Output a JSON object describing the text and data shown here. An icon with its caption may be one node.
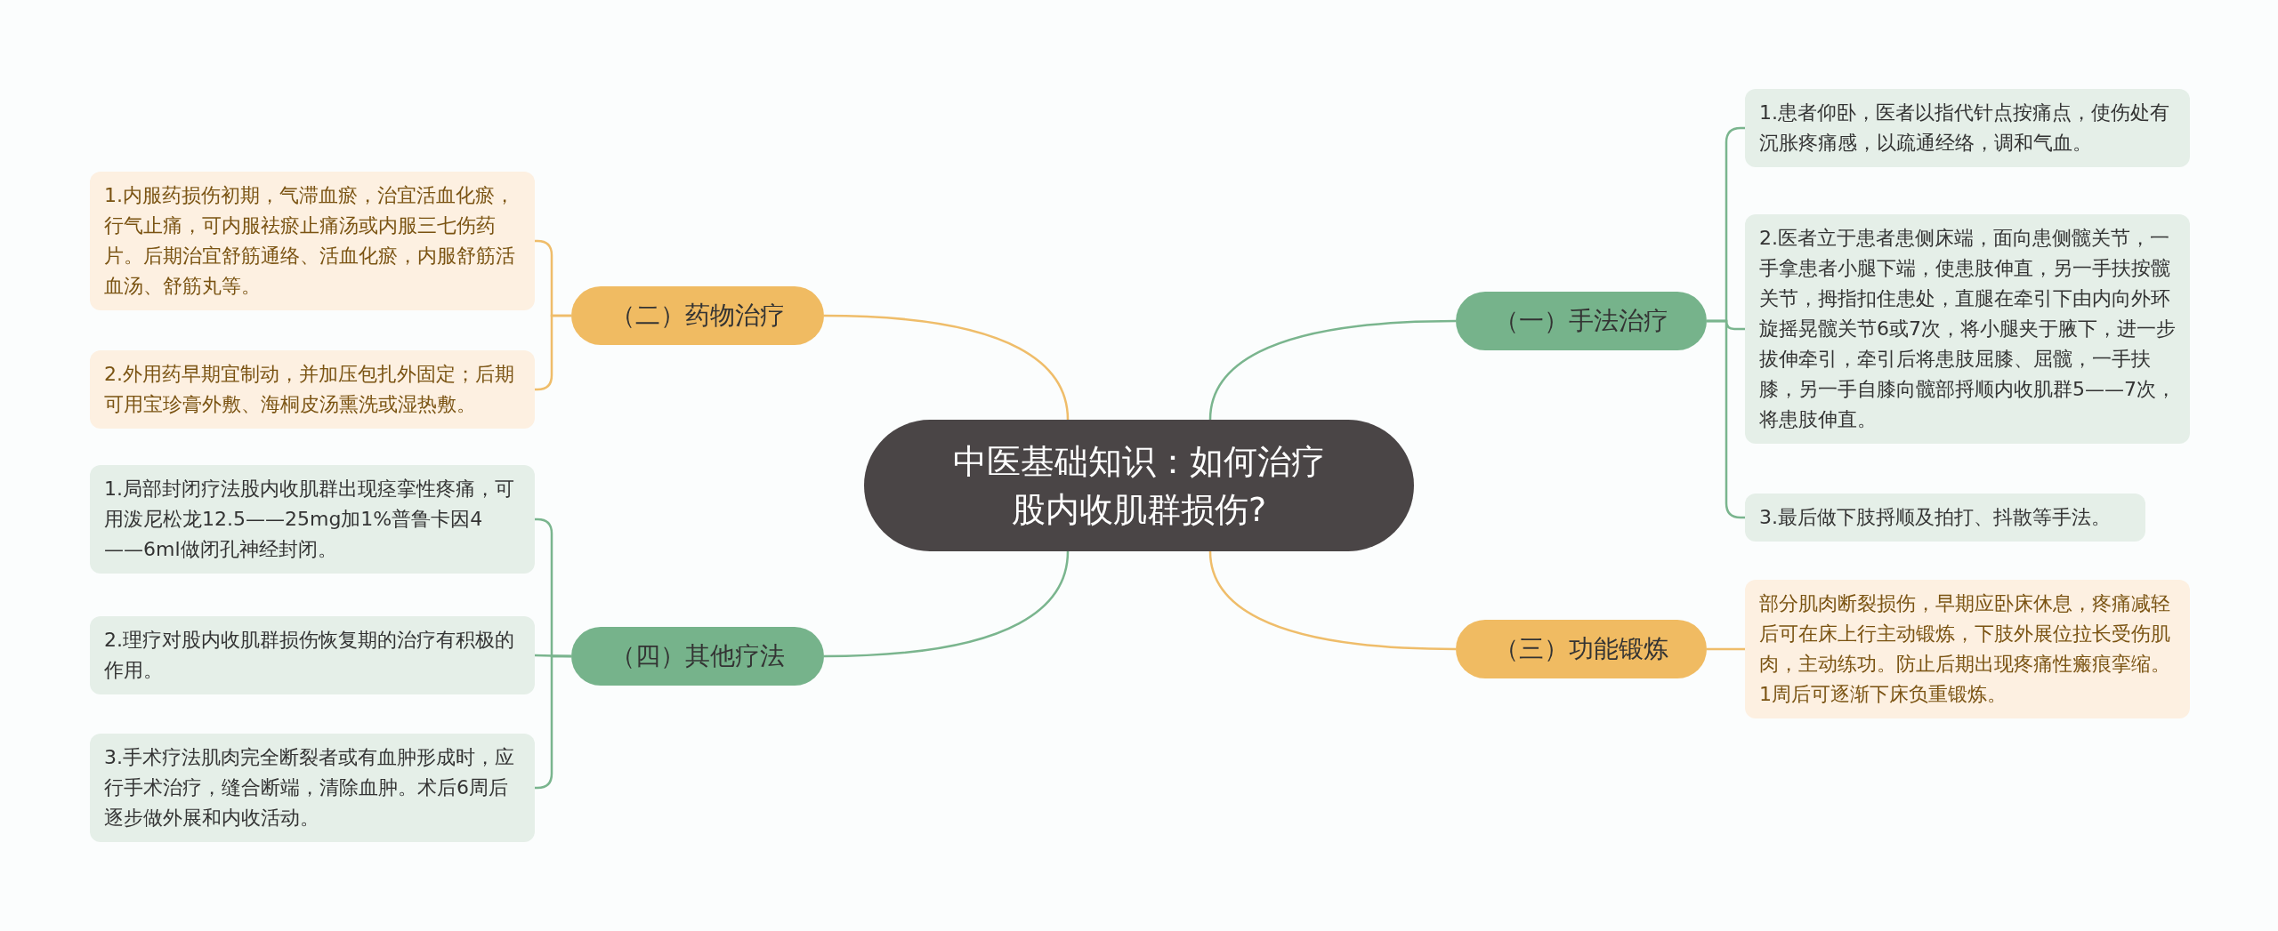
{
  "diagram": {
    "nodes": [
      {
        "text": [
          "中医基础知识：如何治疗股内收肌群损伤?"
        ]
      },
      {
        "text": [
          "（一）手法治疗"
        ]
      },
      {
        "text": [
          "1.患者仰卧，医者以指代针点按痛点，使伤处有沉胀疼痛感，以疏通经络，调和气血。"
        ]
      },
      {
        "text": [
          "2.医者立于患者患侧床端，面向患侧髋关节，一手拿患者小腿下端，使患肢伸直，另一手扶按髋关节，拇指扣住患处，直腿在牵引下由内向外环旋摇晃髋关节6或7次，将小腿夹于腋下，进一步拔伸牵引，牵引后将患肢屈膝、屈髋，一手扶膝，另一手自膝向髋部捋顺内收肌群5——7次，将患肢伸直。"
        ]
      },
      {
        "text": [
          "3.最后做下肢捋顺及拍打、抖散等手法。"
        ]
      },
      {
        "text": [
          "（二）药物治疗"
        ]
      },
      {
        "text": [
          "1.内服药损伤初期，气滞血瘀，治宜活血化瘀，行气止痛，可内服祛瘀止痛汤或内服三七伤药片。后期治宜舒筋通络、活血化瘀，内服舒筋活血汤、舒筋丸等。"
        ]
      },
      {
        "text": [
          "2.外用药早期宜制动，并加压包扎外固定；后期可用宝珍膏外敷、海桐皮汤熏洗或湿热敷。"
        ]
      },
      {
        "text": [
          "（三）功能锻炼"
        ]
      },
      {
        "text": [
          "部分肌肉断裂损伤，早期应卧床休息，疼痛减轻后可在床上行主动锻炼，下肢外展位拉长受伤肌肉，主动练功。防止后期出现疼痛性瘢痕挛缩。1周后可逐渐下床负重锻炼。"
        ]
      },
      {
        "text": [
          "（四）其他疗法"
        ]
      },
      {
        "text": [
          "1.局部封闭疗法股内收肌群出现痉挛性疼痛，可用泼尼松龙12.5——25mg加1%普鲁卡因4——6ml做闭孔神经封闭。"
        ]
      },
      {
        "text": [
          "2.理疗对股内收肌群损伤恢复期的治疗有积极的作用。"
        ]
      },
      {
        "text": [
          "3.手术疗法肌肉完全断裂者或有血肿形成时，应行手术治疗，缝合断端，清除血肿。术后6周后逐步做外展和内收活动。"
        ]
      }
    ],
    "edges": [
      {
        "from": 0,
        "to": 1,
        "arrow": "none"
      },
      {
        "from": 1,
        "to": 2,
        "arrow": "none"
      },
      {
        "from": 1,
        "to": 3,
        "arrow": "none"
      },
      {
        "from": 1,
        "to": 4,
        "arrow": "none"
      },
      {
        "from": 0,
        "to": 5,
        "arrow": "none",
        "color": "#efbd6a"
      },
      {
        "from": 5,
        "to": 6,
        "arrow": "none",
        "color": "#efbd6a"
      },
      {
        "from": 5,
        "to": 7,
        "arrow": "none",
        "color": "#efbd6a"
      },
      {
        "from": 0,
        "to": 8,
        "arrow": "none",
        "color": "#efbd6a"
      },
      {
        "from": 8,
        "to": 9,
        "arrow": "none",
        "color": "#efbd6a"
      },
      {
        "from": 0,
        "to": 10,
        "arrow": "none"
      },
      {
        "from": 10,
        "to": 11,
        "arrow": "none"
      },
      {
        "from": 10,
        "to": 12,
        "arrow": "none"
      },
      {
        "from": 10,
        "to": 13,
        "arrow": "none"
      }
    ]
  }
}
